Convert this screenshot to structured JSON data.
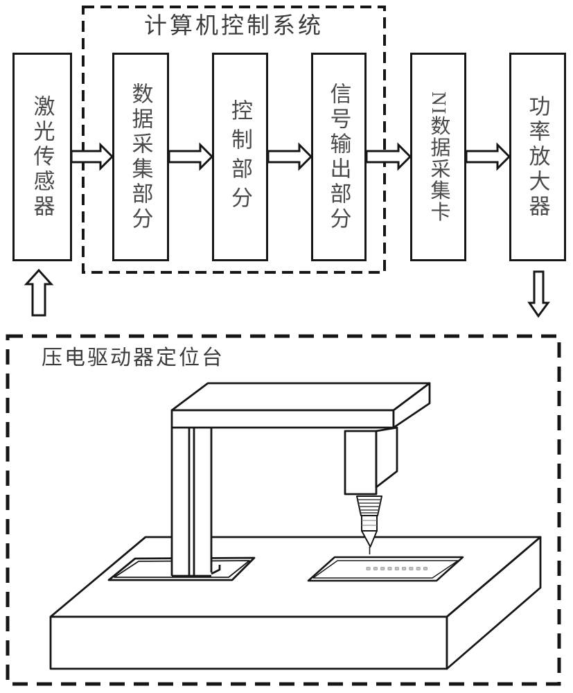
{
  "flow": {
    "group_label": "计算机控制系统",
    "boxes": [
      {
        "label": "激光传感器"
      },
      {
        "label": "数据采集部分"
      },
      {
        "label": "控制部分"
      },
      {
        "label": "信号输出部分"
      },
      {
        "label": "NI数据采集卡"
      },
      {
        "label": "功率放大器"
      }
    ]
  },
  "stage_group": {
    "label": "压电驱动器定位台"
  },
  "colors": {
    "line": "#161616",
    "label_text": "#4a4a4a",
    "plate_dots": "#c4c4c4",
    "background": "#ffffff"
  }
}
